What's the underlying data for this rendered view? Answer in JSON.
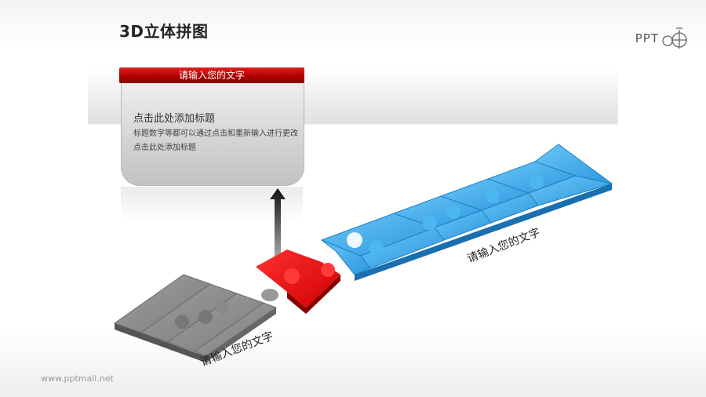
{
  "title": "3D立体拼图",
  "logo": {
    "text": "PPT",
    "icon": "tree-circle-icon"
  },
  "callout": {
    "header": "请输入您的文字",
    "heading": "点击此处添加标题",
    "body": "标题数字等都可以通过点击和重新输入进行更改 点击此处添加标题"
  },
  "labels": {
    "gray": "请输入您的文字",
    "blue": "请输入您的文字"
  },
  "footer": "www.pptmall.net",
  "colors": {
    "header_red": "#c00000",
    "piece_red": "#e00000",
    "piece_blue": "#3aa7ec",
    "piece_gray": "#8a8a8a"
  }
}
